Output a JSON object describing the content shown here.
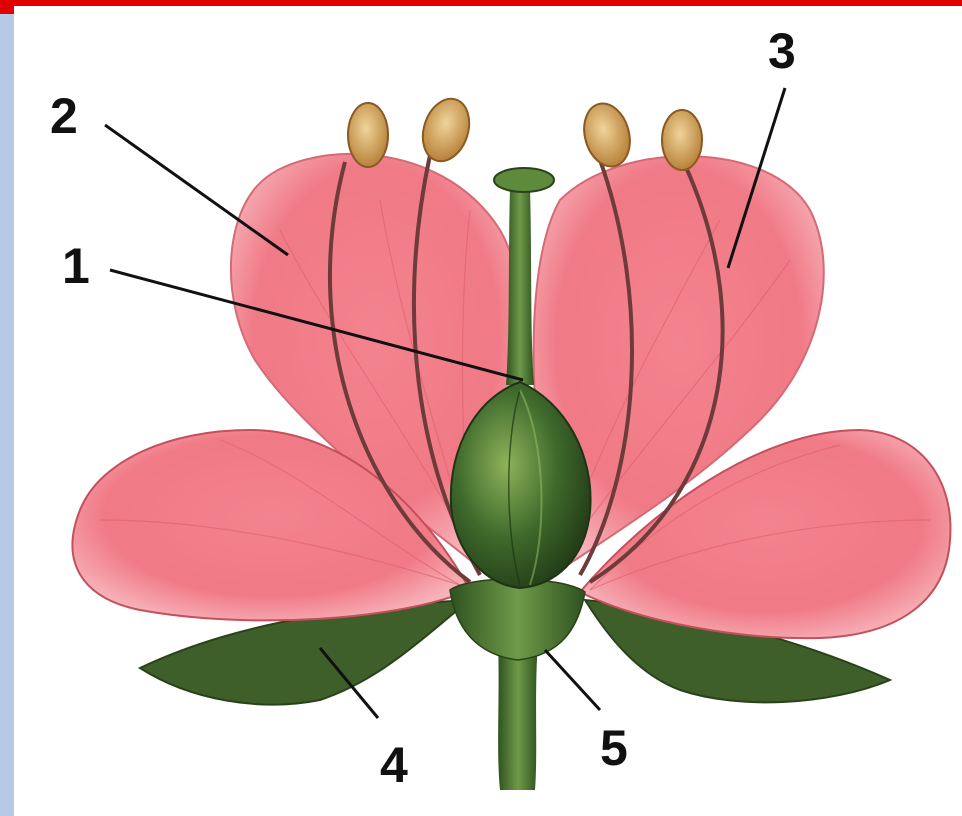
{
  "diagram": {
    "labels": [
      {
        "id": "1",
        "text": "1"
      },
      {
        "id": "2",
        "text": "2"
      },
      {
        "id": "3",
        "text": "3"
      },
      {
        "id": "4",
        "text": "4"
      },
      {
        "id": "5",
        "text": "5"
      }
    ]
  },
  "colors": {
    "frame_red": "#e00000",
    "frame_blue": "#b7c9e6",
    "petal": "#f07a86",
    "petal_light": "#f6a7ae",
    "petal_edge": "#c4505c",
    "sepal": "#3e5f2a",
    "stem": "#4e7a34",
    "ovary": "#3f6a2c",
    "anther": "#d8a653",
    "filament": "#6e3b3b",
    "leader": "#111111"
  }
}
